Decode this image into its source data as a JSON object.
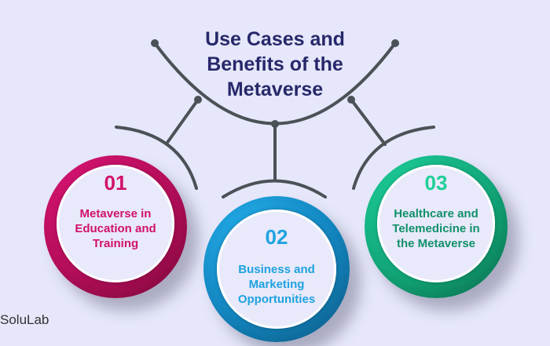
{
  "title": "Use Cases and Benefits of the Metaverse",
  "items": [
    {
      "number": "01",
      "label": "Metaverse in Education and Training",
      "color": "#d1126b"
    },
    {
      "number": "02",
      "label": "Business and Marketing Opportunities",
      "color": "#1fa3e0"
    },
    {
      "number": "03",
      "label": "Healthcare and Telemedicine in the Metaverse",
      "color": "#12a87a"
    }
  ],
  "brand": "SoluLab",
  "colors": {
    "background": "#e6e7fa",
    "title": "#27286a",
    "connector": "#4a5257"
  }
}
